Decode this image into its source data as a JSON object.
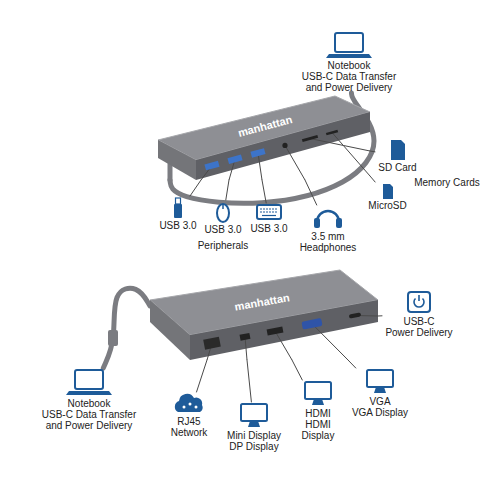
{
  "diagram": {
    "nodes": [
      {
        "text": [
          "Notebook",
          "USB-C Data Transfer and Power Delivery"
        ]
      },
      {
        "text": [
          "manhattan"
        ]
      },
      {
        "text": [
          "SD Card"
        ]
      },
      {
        "text": [
          "MicroSD"
        ]
      },
      {
        "text": [
          "USB 3.0"
        ]
      },
      {
        "text": [
          "USB 3.0"
        ]
      },
      {
        "text": [
          "USB 3.0"
        ]
      },
      {
        "text": [
          "3.5 mm",
          "Headphones"
        ]
      },
      {
        "text": [
          "manhattan"
        ]
      },
      {
        "text": [
          "USB-C",
          "Power Delivery"
        ]
      },
      {
        "text": [
          "Notebook",
          "USB-C Data Transfer and Power Delivery"
        ]
      },
      {
        "text": [
          "RJ45",
          "Network"
        ]
      },
      {
        "text": [
          "Mini Display",
          "DP Display"
        ]
      },
      {
        "text": [
          "HDMI",
          "HDMI Display"
        ]
      },
      {
        "text": [
          "VGA",
          "VGA Display"
        ]
      }
    ],
    "edges": [
      {
        "from": 1,
        "to": 0,
        "arrow": "none"
      },
      {
        "from": 1,
        "to": 2,
        "arrow": "none"
      },
      {
        "from": 1,
        "to": 3,
        "arrow": "none"
      },
      {
        "from": 1,
        "to": 4,
        "arrow": "none"
      },
      {
        "from": 1,
        "to": 5,
        "arrow": "none"
      },
      {
        "from": 1,
        "to": 6,
        "arrow": "none"
      },
      {
        "from": 1,
        "to": 7,
        "arrow": "none"
      },
      {
        "from": 8,
        "to": 9,
        "arrow": "none"
      },
      {
        "from": 8,
        "to": 10,
        "arrow": "none"
      },
      {
        "from": 8,
        "to": 11,
        "arrow": "none"
      },
      {
        "from": 8,
        "to": 12,
        "arrow": "none"
      },
      {
        "from": 8,
        "to": 13,
        "arrow": "none"
      },
      {
        "from": 8,
        "to": 14,
        "arrow": "none"
      }
    ],
    "labels": [
      "Memory Cards",
      "Peripherals"
    ]
  }
}
